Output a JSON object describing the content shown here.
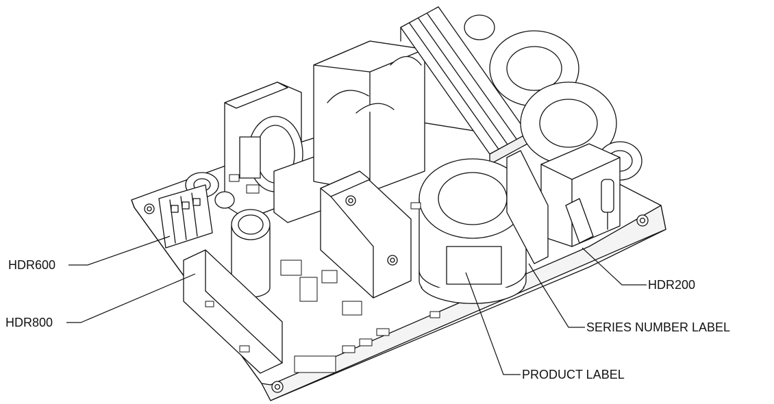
{
  "labels": {
    "hdr600": "HDR600",
    "hdr800": "HDR800",
    "hdr200": "HDR200",
    "series_number": "SERIES NUMBER LABEL",
    "product": "PRODUCT LABEL"
  },
  "colors": {
    "line": "#111111",
    "background": "#ffffff"
  }
}
